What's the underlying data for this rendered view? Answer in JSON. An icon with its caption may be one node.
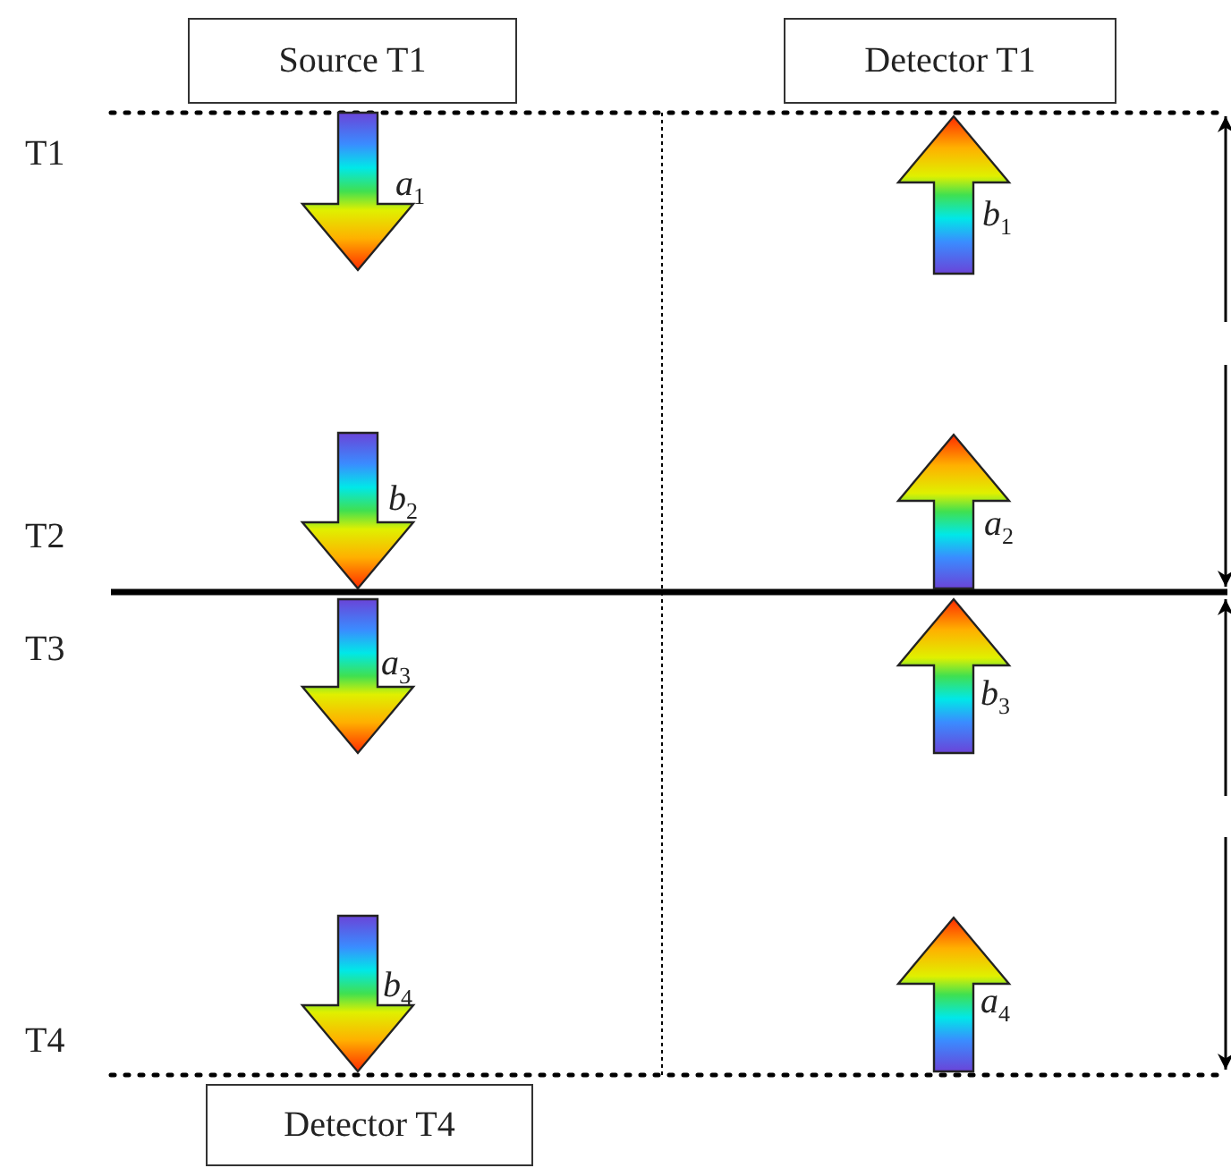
{
  "diagram": {
    "nodes": [
      {
        "text": [
          "Source T1"
        ]
      },
      {
        "text": [
          "Detector T1"
        ]
      },
      {
        "text": [
          "Detector T4"
        ]
      }
    ],
    "labels": [
      "T1",
      "*a*$_{1}$",
      "*b*$_{1}$",
      "*b*$_{2}$",
      "*a*$_{2}$",
      "T2",
      "T3",
      "*a*$_{3}$",
      "*b*$_{3}$",
      "*b*$_{4}$",
      "*a*$_{4}$",
      "T4"
    ]
  }
}
